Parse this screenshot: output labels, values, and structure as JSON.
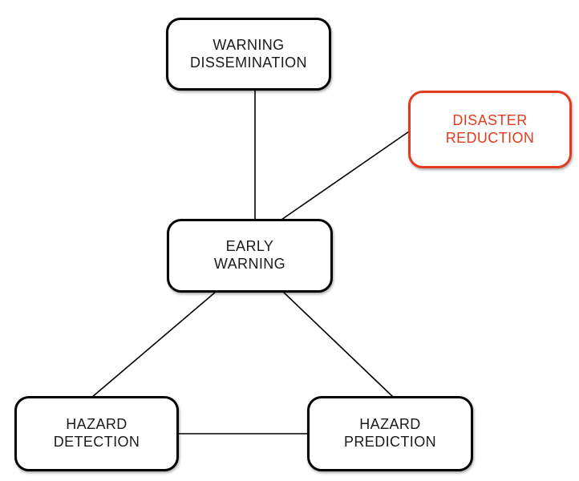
{
  "diagram": {
    "type": "node-link-diagram",
    "nodes": [
      {
        "id": "warning-dissemination",
        "label": "WARNING\nDISSEMINATION",
        "accent": false
      },
      {
        "id": "disaster-reduction",
        "label": "DISASTER\nREDUCTION",
        "accent": true
      },
      {
        "id": "early-warning",
        "label": "EARLY\nWARNING",
        "accent": false
      },
      {
        "id": "hazard-detection",
        "label": "HAZARD\nDETECTION",
        "accent": false
      },
      {
        "id": "hazard-prediction",
        "label": "HAZARD\nPREDICTION",
        "accent": false
      }
    ],
    "edges": [
      {
        "from": "warning-dissemination",
        "to": "early-warning"
      },
      {
        "from": "disaster-reduction",
        "to": "early-warning"
      },
      {
        "from": "early-warning",
        "to": "hazard-detection"
      },
      {
        "from": "early-warning",
        "to": "hazard-prediction"
      },
      {
        "from": "hazard-detection",
        "to": "hazard-prediction"
      }
    ]
  },
  "colors": {
    "accent-red": "#E33B1E",
    "node-border": "#000000",
    "node-text": "#1A1A1A",
    "edge": "#000000",
    "background": "#FFFFFF"
  }
}
